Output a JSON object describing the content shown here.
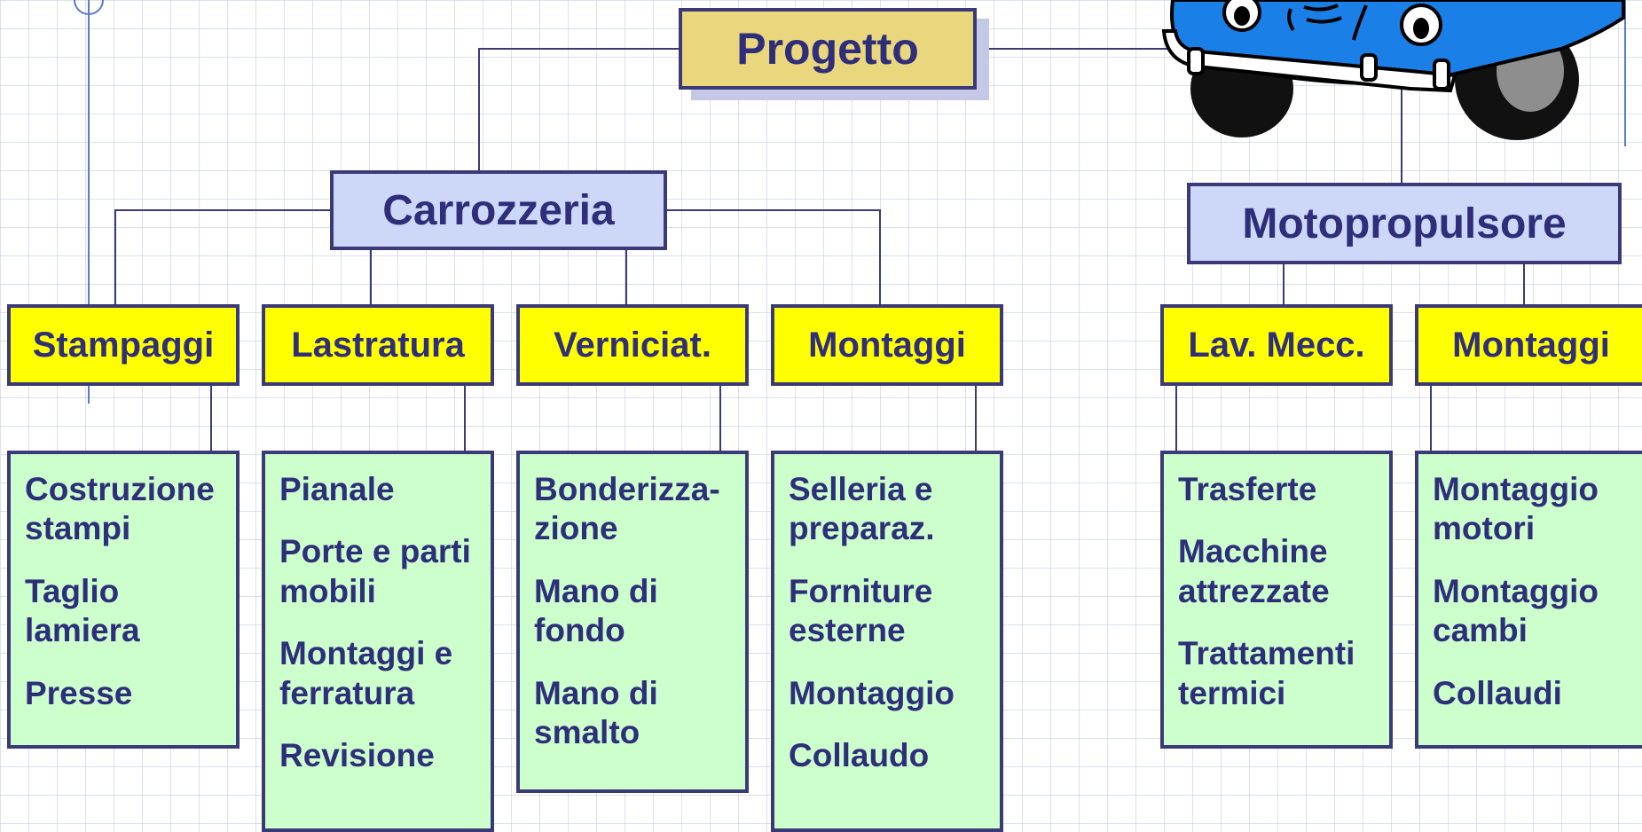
{
  "root": {
    "label": "Progetto"
  },
  "branches": {
    "carrozzeria": {
      "label": "Carrozzeria",
      "children": [
        {
          "label": "Stampaggi",
          "items": [
            "Costruzione stampi",
            "Taglio lamiera",
            "Presse"
          ]
        },
        {
          "label": "Lastratura",
          "items": [
            "Pianale",
            "Porte e parti mobili",
            "Montaggi e ferratura",
            "Revisione"
          ]
        },
        {
          "label": "Verniciat.",
          "items": [
            "Bonderizza-zione",
            "Mano di fondo",
            "Mano di smalto"
          ]
        },
        {
          "label": "Montaggi",
          "items": [
            "Selleria e preparaz.",
            "Forniture esterne",
            "Montaggio",
            "Collaudo"
          ]
        }
      ]
    },
    "motopropulsore": {
      "label": "Motopropulsore",
      "children": [
        {
          "label": "Lav. Mecc.",
          "items": [
            "Trasferte",
            "Macchine attrezzate",
            "Trattamenti termici"
          ]
        },
        {
          "label": "Montaggi",
          "items": [
            "Montaggio motori",
            "Montaggio cambi",
            "Collaudi"
          ]
        }
      ]
    }
  },
  "colors": {
    "root_fill": "#ead67c",
    "level1_fill": "#cdd8f8",
    "level2_fill": "#ffff00",
    "leaf_fill": "#ccffcc",
    "border": "#3a3a78",
    "text": "#2e2e7a",
    "connector": "#3a3a78",
    "car_body": "#1a7fe6"
  },
  "illustration": {
    "icon": "car-icon"
  }
}
